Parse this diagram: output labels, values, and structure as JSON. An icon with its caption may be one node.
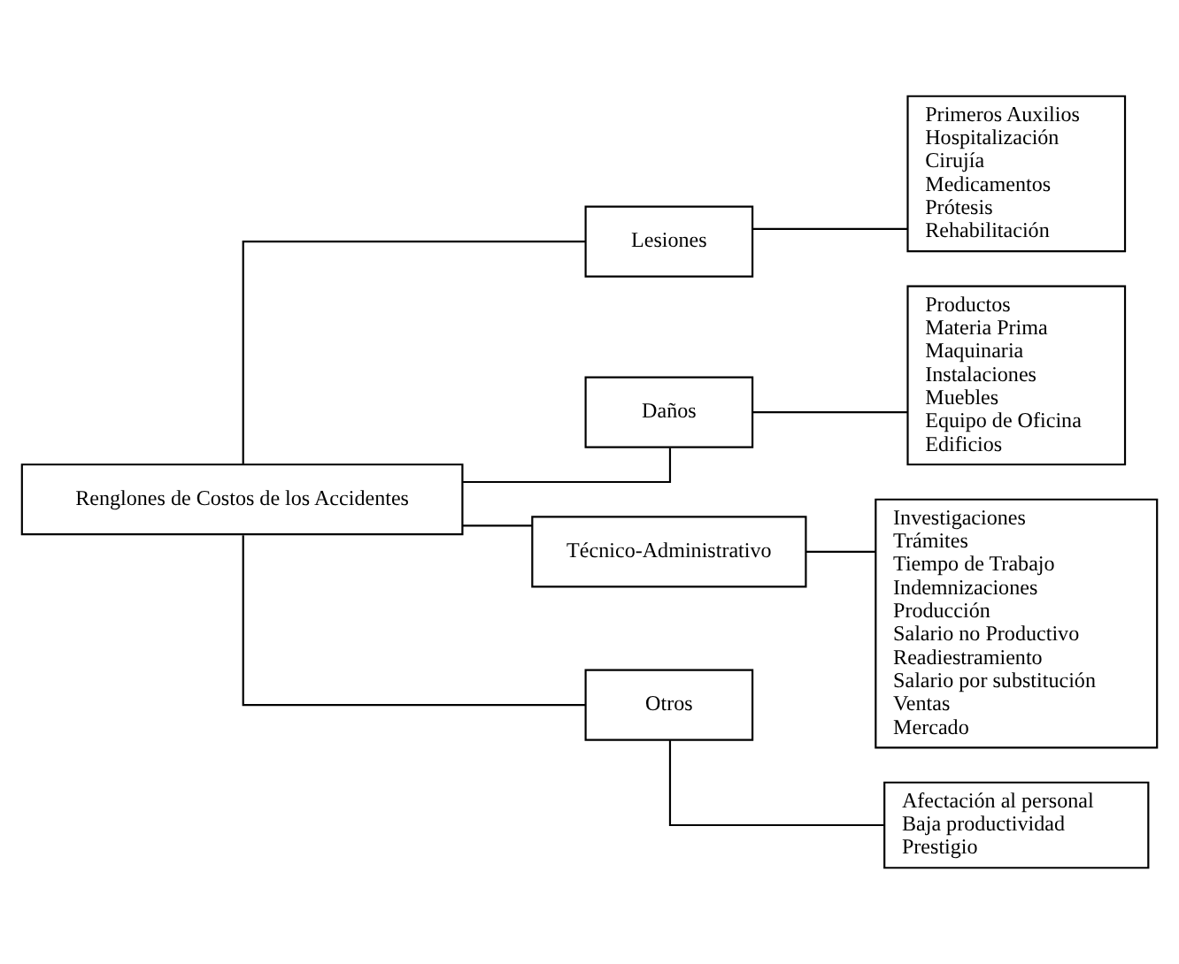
{
  "diagram": {
    "nodes": [
      {
        "text": [
          "Renglones de Costos de los Accidentes"
        ]
      },
      {
        "text": [
          "Lesiones"
        ]
      },
      {
        "text": [
          "Daños"
        ]
      },
      {
        "text": [
          "Técnico-Administrativo"
        ]
      },
      {
        "text": [
          "Otros"
        ]
      },
      {
        "text": [
          "Primeros Auxilios",
          "Hospitalización",
          "Cirujía",
          "Medicamentos",
          "Prótesis",
          "Rehabilitación"
        ]
      },
      {
        "text": [
          "Productos",
          "Materia Prima",
          "Maquinaria",
          "Instalaciones",
          "Muebles",
          "Equipo de Oficina",
          "Edificios"
        ]
      },
      {
        "text": [
          "Investigaciones",
          "Trámites",
          "Tiempo de Trabajo",
          "Indemnizaciones",
          "Producción",
          "Salario no Productivo",
          "Readiestramiento",
          "Salario por substitución",
          "Ventas",
          "Mercado"
        ]
      },
      {
        "text": [
          "Afectación al personal",
          "Baja productividad",
          "Prestigio"
        ]
      }
    ],
    "edges": [
      {
        "from": 0,
        "to": 1,
        "arrow": "none"
      },
      {
        "from": 0,
        "to": 2,
        "arrow": "none"
      },
      {
        "from": 0,
        "to": 3,
        "arrow": "none"
      },
      {
        "from": 0,
        "to": 4,
        "arrow": "none"
      },
      {
        "from": 1,
        "to": 5,
        "arrow": "none"
      },
      {
        "from": 2,
        "to": 6,
        "arrow": "none"
      },
      {
        "from": 3,
        "to": 7,
        "arrow": "none"
      },
      {
        "from": 4,
        "to": 8,
        "arrow": "none"
      }
    ]
  }
}
